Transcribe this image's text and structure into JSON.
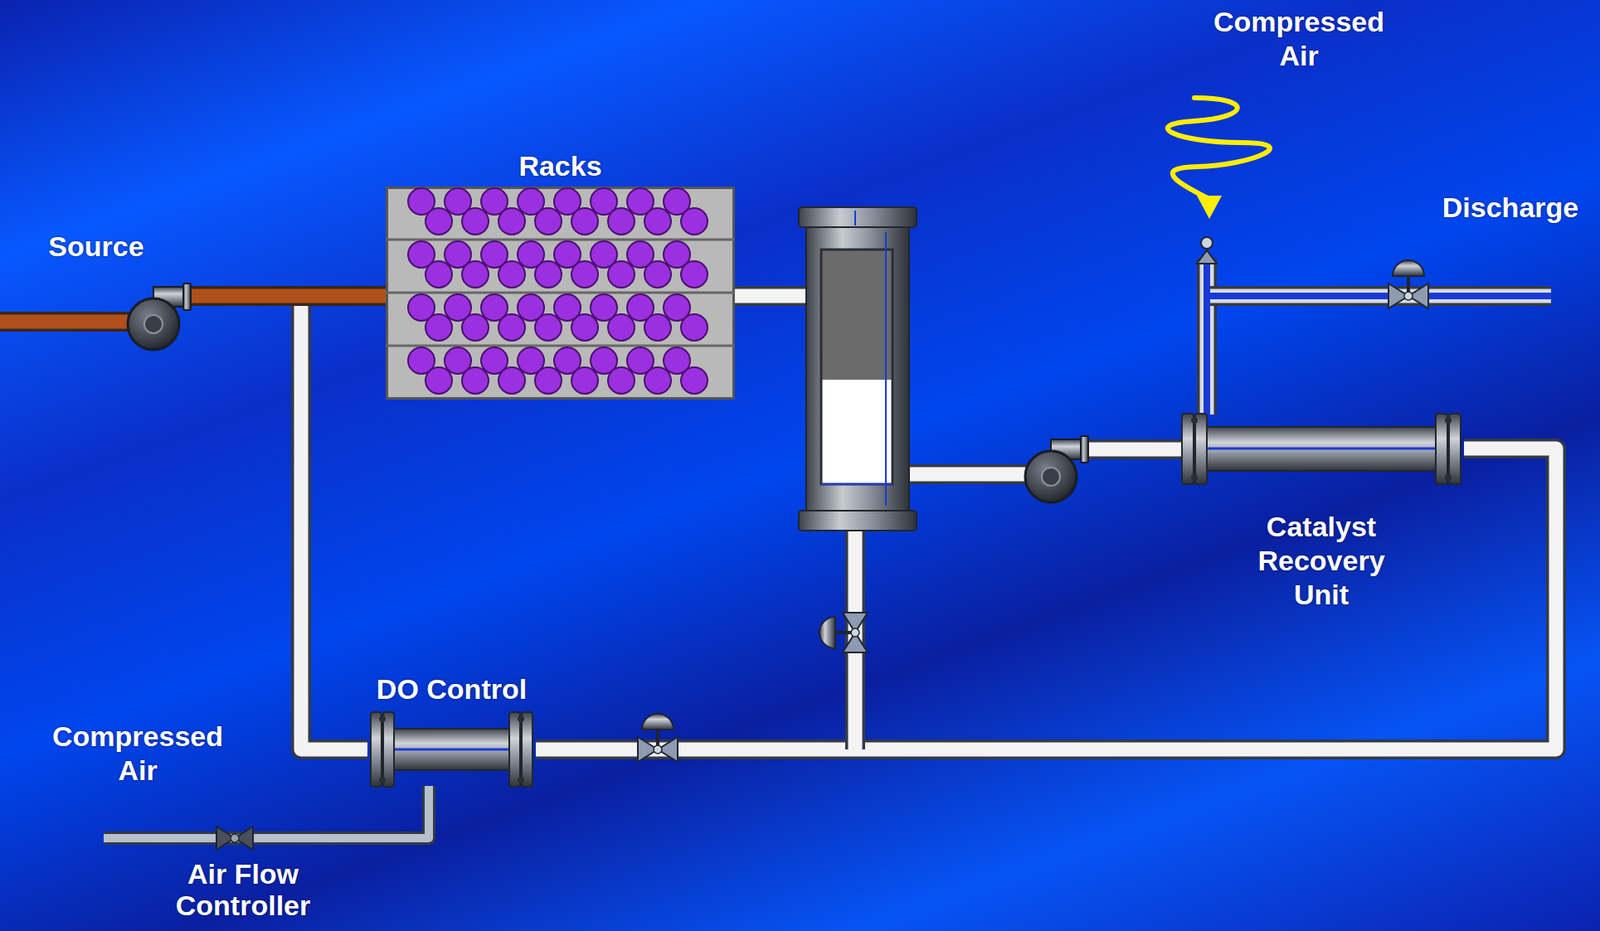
{
  "diagram": {
    "nodes": [
      {
        "text": [
          "Racks"
        ]
      },
      {
        "text": [
          "Catalyst Recovery Unit"
        ]
      },
      {
        "text": [
          "DO Control"
        ]
      }
    ],
    "edges": [
      {
        "from": 1,
        "to": 2,
        "arrow": "none"
      },
      {
        "from": 2,
        "to": 0,
        "arrow": "none"
      }
    ],
    "labels": [
      "Compressed Air",
      "Discharge",
      "Source",
      "Compressed Air",
      "Air Flow Controller"
    ]
  }
}
